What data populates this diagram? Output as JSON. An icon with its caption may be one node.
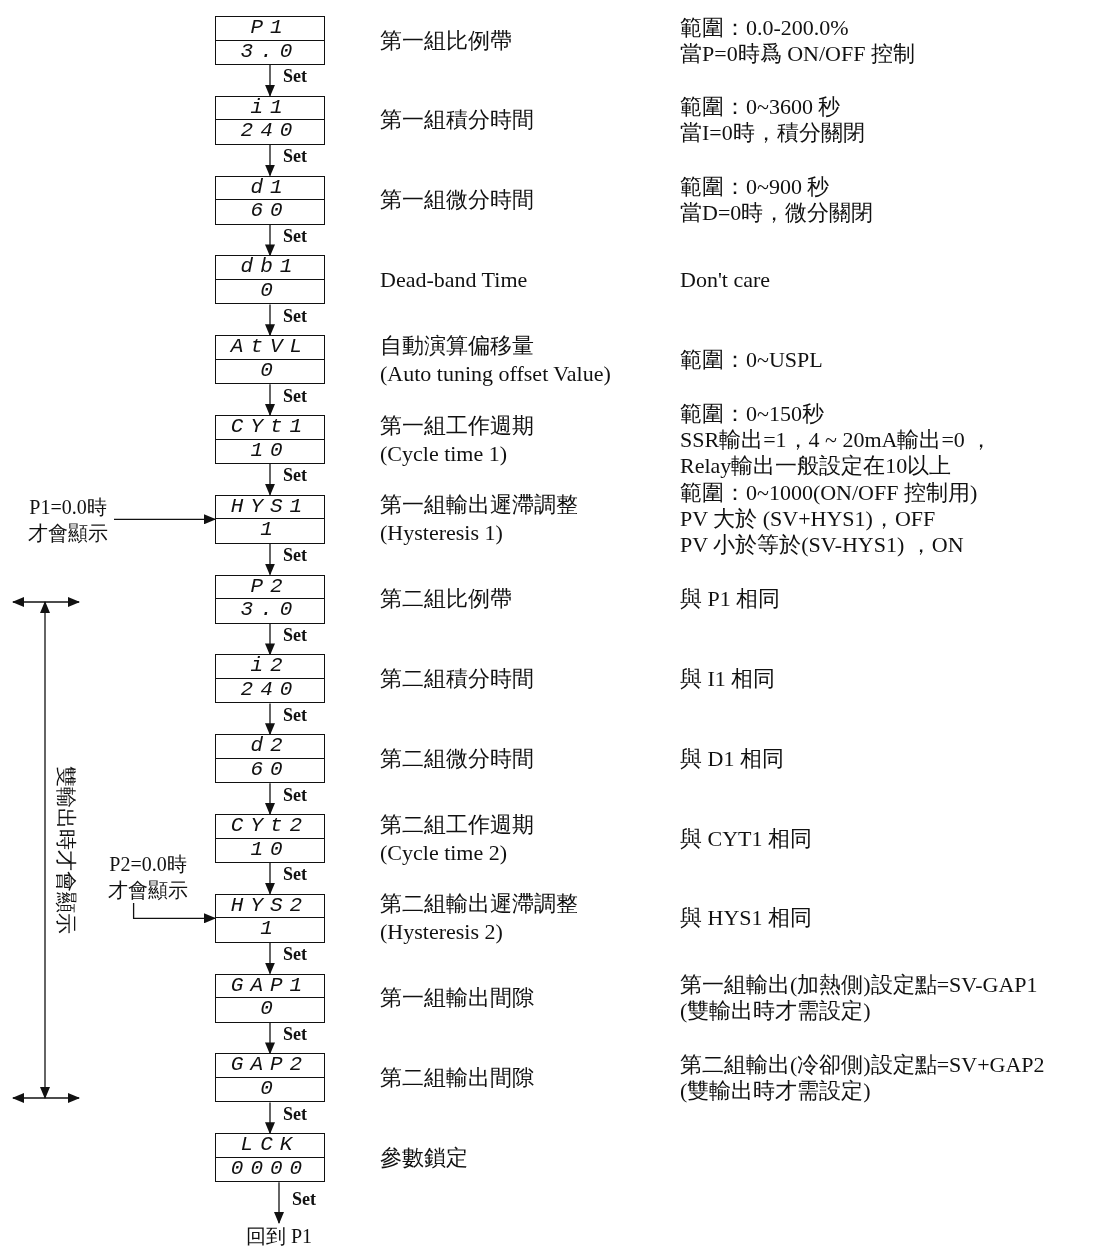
{
  "diagram": {
    "nodes": [
      {
        "text": [
          "P1",
          "3.0"
        ],
        "beside": [
          "第一組比例帶"
        ]
      },
      {
        "text": [
          "i1",
          "240"
        ],
        "beside": [
          "第一組積分時間"
        ]
      },
      {
        "text": [
          "d1",
          "60"
        ],
        "beside": [
          "第一組微分時間"
        ]
      },
      {
        "text": [
          "db1",
          "0"
        ],
        "beside": [
          "Dead-band Time"
        ]
      },
      {
        "text": [
          "AtVL",
          "0"
        ],
        "beside": [
          "自動演算偏移量",
          "(Auto tuning offset Value)"
        ]
      },
      {
        "text": [
          "CYt1",
          "10"
        ],
        "beside": [
          "第一組工作週期",
          "(Cycle time 1)"
        ]
      },
      {
        "text": [
          "HYS1",
          "1"
        ],
        "beside": [
          "第一組輸出遲滯調整",
          "(Hysteresis 1)"
        ]
      },
      {
        "text": [
          "P2",
          "3.0"
        ],
        "beside": [
          "第二組比例帶"
        ]
      },
      {
        "text": [
          "i2",
          "240"
        ],
        "beside": [
          "第二組積分時間"
        ]
      },
      {
        "text": [
          "d2",
          "60"
        ],
        "beside": [
          "第二組微分時間"
        ]
      },
      {
        "text": [
          "CYt2",
          "10"
        ],
        "beside": [
          "第二組工作週期",
          "(Cycle time 2)"
        ]
      },
      {
        "text": [
          "HYS2",
          "1"
        ],
        "beside": [
          "第二組輸出遲滯調整",
          "(Hysteresis 2)"
        ]
      },
      {
        "text": [
          "GAP1",
          "0"
        ],
        "beside": [
          "第一組輸出間隙"
        ]
      },
      {
        "text": [
          "GAP2",
          "0"
        ],
        "beside": [
          "第二組輸出間隙"
        ]
      },
      {
        "text": [
          "LCK",
          "0000"
        ],
        "beside": [
          "參數鎖定"
        ]
      },
      {
        "text": [
          "回到 P1"
        ]
      },
      {
        "text": [
          "P1=0.0時才會顯示"
        ]
      },
      {
        "text": [
          "P2=0.0時才會顯示"
        ]
      }
    ],
    "edges": [
      {
        "from": 0,
        "to": 1,
        "arrow": "to",
        "label": "Set"
      },
      {
        "from": 1,
        "to": 2,
        "arrow": "to",
        "label": "Set"
      },
      {
        "from": 2,
        "to": 3,
        "arrow": "to",
        "label": "Set"
      },
      {
        "from": 3,
        "to": 4,
        "arrow": "to",
        "label": "Set"
      },
      {
        "from": 4,
        "to": 5,
        "arrow": "to",
        "label": "Set"
      },
      {
        "from": 5,
        "to": 6,
        "arrow": "to",
        "label": "Set"
      },
      {
        "from": 6,
        "to": 7,
        "arrow": "to",
        "label": "Set"
      },
      {
        "from": 7,
        "to": 8,
        "arrow": "to",
        "label": "Set"
      },
      {
        "from": 8,
        "to": 9,
        "arrow": "to",
        "label": "Set"
      },
      {
        "from": 9,
        "to": 10,
        "arrow": "to",
        "label": "Set"
      },
      {
        "from": 10,
        "to": 11,
        "arrow": "to",
        "label": "Set"
      },
      {
        "from": 11,
        "to": 12,
        "arrow": "to",
        "label": "Set"
      },
      {
        "from": 12,
        "to": 13,
        "arrow": "to",
        "label": "Set"
      },
      {
        "from": 13,
        "to": 14,
        "arrow": "to",
        "label": "Set"
      },
      {
        "from": 14,
        "to": 15,
        "arrow": "to",
        "label": "Set"
      },
      {
        "from": 16,
        "to": 6,
        "arrow": "to"
      },
      {
        "from": 17,
        "to": 11,
        "arrow": "to"
      }
    ],
    "labels": [
      "範圍：0.0-200.0%",
      "當P=0時爲 ON/OFF 控制",
      "範圍：0~3600 秒",
      "當I=0時，積分關閉",
      "範圍：0~900 秒",
      "當D=0時，微分關閉",
      "Don't care",
      "範圍：0~USPL",
      "範圍：0~150秒",
      "SSR輸出=1，4 ~ 20mA輸出=0 ，Relay輸出一般設定在10以上",
      "範圍：0~1000(ON/OFF 控制用)",
      "PV 大於 (SV+HYS1)，OFF",
      "PV 小於等於(SV-HYS1) ，ON",
      "與 P1 相同",
      "與 I1 相同",
      "與 D1 相同",
      "雙輸出時才會顯示",
      "與 CYT1 相同",
      "與 HYS1 相同",
      "第一組輸出(加熱側)設定點=SV-GAP1",
      "(雙輸出時才需設定)",
      "第二組輸出(冷卻側)設定點=SV+GAP2",
      "(雙輸出時才需設定)"
    ]
  }
}
